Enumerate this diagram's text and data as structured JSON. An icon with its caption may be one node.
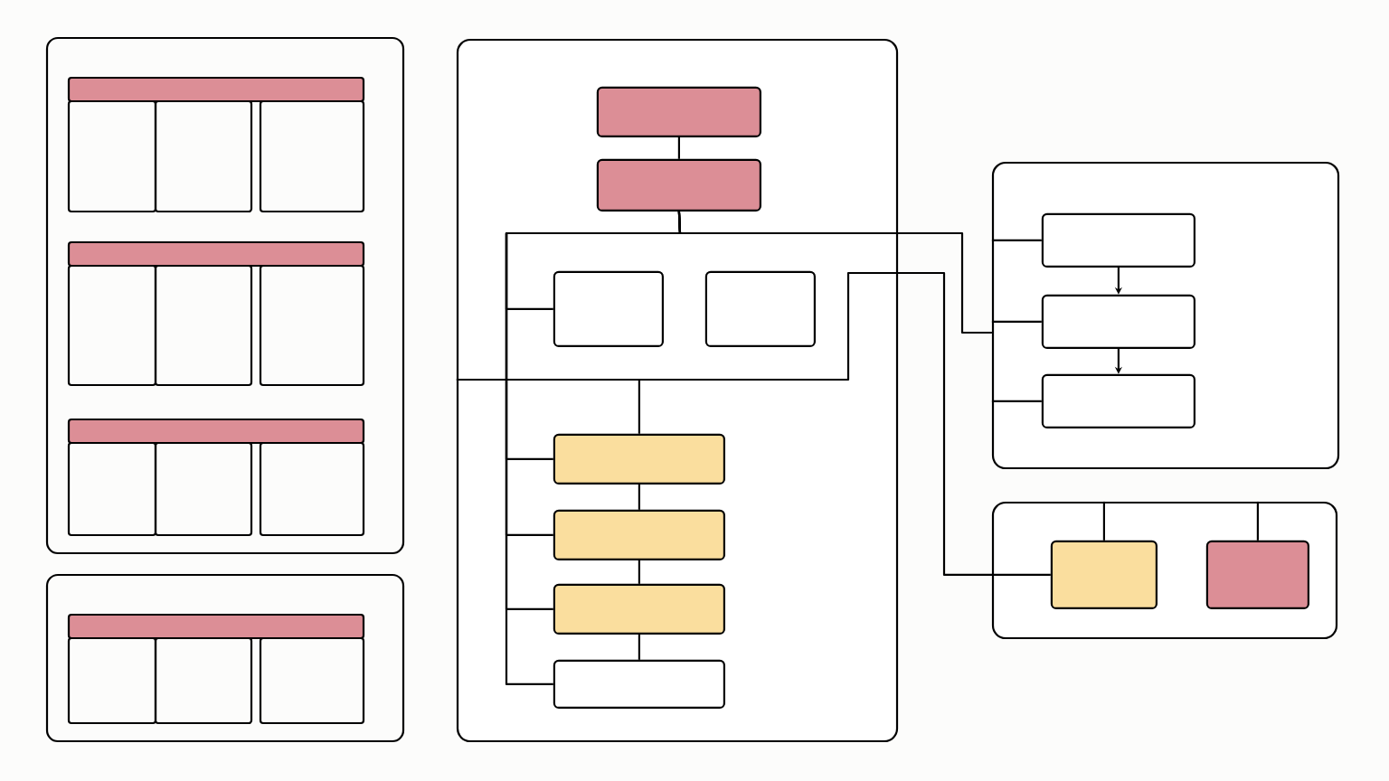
{
  "diagram": {
    "nodes": [
      {
        "text": [],
        "shape": "box"
      },
      {
        "text": [],
        "shape": "box",
        "in": 0
      },
      {
        "text": [],
        "shape": "box",
        "in": 0
      },
      {
        "text": [],
        "shape": "box",
        "in": 0
      },
      {
        "text": [],
        "shape": "box",
        "in": 0
      },
      {
        "text": [],
        "shape": "box",
        "in": 0
      },
      {
        "text": [],
        "shape": "box",
        "in": 0
      },
      {
        "text": [],
        "shape": "box",
        "in": 0
      },
      {
        "text": [],
        "shape": "box",
        "in": 0
      },
      {
        "text": [],
        "shape": "box"
      },
      {
        "text": [],
        "shape": "box",
        "in": 9
      },
      {
        "text": [],
        "shape": "box",
        "in": 9
      },
      {
        "text": [],
        "shape": "box",
        "in": 9
      },
      {
        "text": [],
        "shape": "box"
      },
      {
        "text": [],
        "shape": "box",
        "in": 13
      },
      {
        "text": [],
        "shape": "box",
        "in": 13
      }
    ],
    "edges": [
      {
        "from": 1,
        "to": 2,
        "arrow": "none"
      },
      {
        "from": 2,
        "to": 3,
        "arrow": "none"
      },
      {
        "from": 2,
        "to": 5,
        "arrow": "none"
      },
      {
        "from": 2,
        "to": 6,
        "arrow": "none"
      },
      {
        "from": 2,
        "to": 7,
        "arrow": "none"
      },
      {
        "from": 2,
        "to": 8,
        "arrow": "none"
      },
      {
        "from": 2,
        "to": 9,
        "arrow": "none"
      },
      {
        "from": 0,
        "to": 5,
        "arrow": "none"
      },
      {
        "from": 0,
        "to": 14,
        "arrow": "none"
      },
      {
        "from": 5,
        "to": 6,
        "arrow": "none"
      },
      {
        "from": 6,
        "to": 7,
        "arrow": "none"
      },
      {
        "from": 7,
        "to": 8,
        "arrow": "none"
      },
      {
        "from": 9,
        "to": 10,
        "arrow": "none"
      },
      {
        "from": 9,
        "to": 11,
        "arrow": "none"
      },
      {
        "from": 9,
        "to": 12,
        "arrow": "none"
      },
      {
        "from": 10,
        "to": 11,
        "arrow": "to"
      },
      {
        "from": 11,
        "to": 12,
        "arrow": "to"
      },
      {
        "from": 13,
        "to": 14,
        "arrow": "none"
      },
      {
        "from": 13,
        "to": 15,
        "arrow": "none"
      }
    ]
  }
}
